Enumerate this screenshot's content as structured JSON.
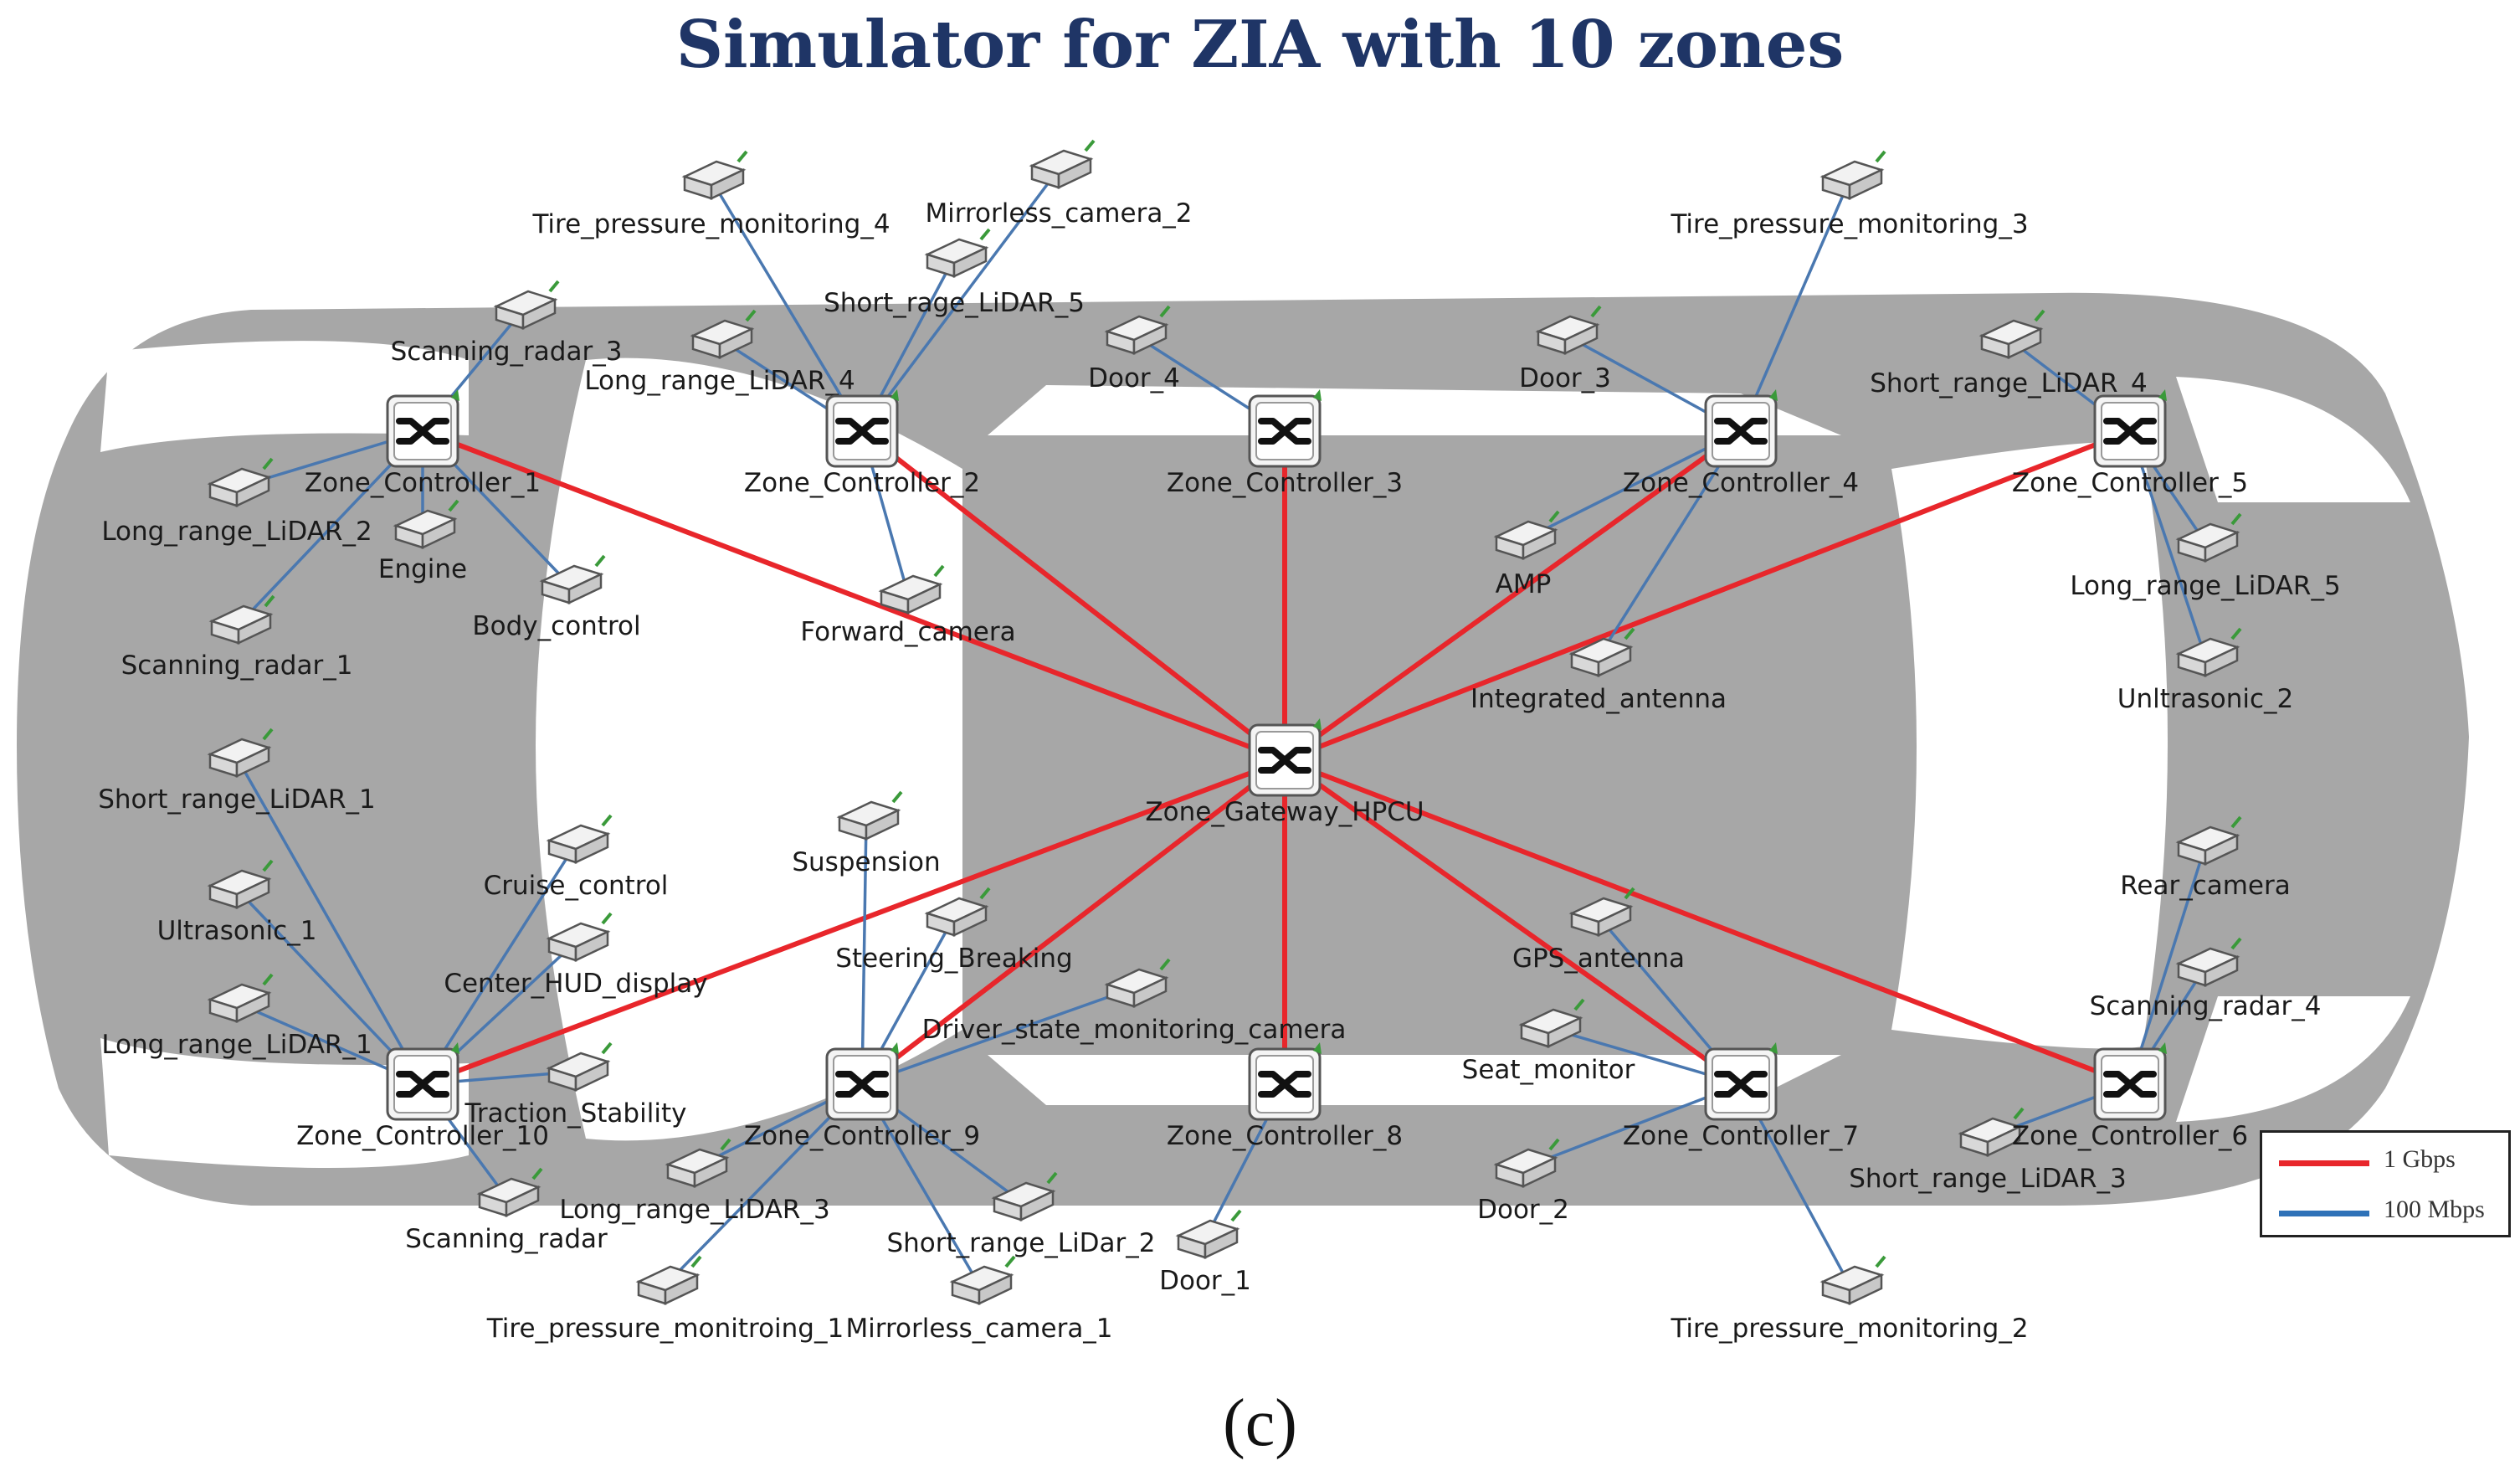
{
  "title": "Simulator for ZIA with 10 zones",
  "caption": "(c)",
  "legend": [
    {
      "label": "1 Gbps",
      "color": "#e8262b"
    },
    {
      "label": "100 Mbps",
      "color": "#2f72b8"
    }
  ],
  "colors": {
    "gbps_link": "#e8262b",
    "mbps_link": "#4a78b0",
    "car_body": "#a6a6a6"
  },
  "icons": {
    "switch": "zone-switch-icon",
    "node": "ecu-node-icon"
  },
  "gateway": {
    "name": "Zone_Gateway_HPCU"
  },
  "controllers": [
    {
      "name": "Zone_Controller_1"
    },
    {
      "name": "Zone_Controller_2"
    },
    {
      "name": "Zone_Controller_3"
    },
    {
      "name": "Zone_Controller_4"
    },
    {
      "name": "Zone_Controller_5"
    },
    {
      "name": "Zone_Controller_6"
    },
    {
      "name": "Zone_Controller_7"
    },
    {
      "name": "Zone_Controller_8"
    },
    {
      "name": "Zone_Controller_9"
    },
    {
      "name": "Zone_Controller_10"
    }
  ],
  "devices": [
    {
      "name": "Scanning_radar_3",
      "controller": "Zone_Controller_1"
    },
    {
      "name": "Long_range_LiDAR_2",
      "controller": "Zone_Controller_1"
    },
    {
      "name": "Engine",
      "controller": "Zone_Controller_1"
    },
    {
      "name": "Body_control",
      "controller": "Zone_Controller_1"
    },
    {
      "name": "Scanning_radar_1",
      "controller": "Zone_Controller_1"
    },
    {
      "name": "Tire_pressure_monitoring_4",
      "controller": "Zone_Controller_2"
    },
    {
      "name": "Mirrorless_camera_2",
      "controller": "Zone_Controller_2"
    },
    {
      "name": "Short_rage_LiDAR_5",
      "controller": "Zone_Controller_2"
    },
    {
      "name": "Long_range_LiDAR_4",
      "controller": "Zone_Controller_2"
    },
    {
      "name": "Forward_camera",
      "controller": "Zone_Controller_2"
    },
    {
      "name": "Door_4",
      "controller": "Zone_Controller_3"
    },
    {
      "name": "Tire_pressure_monitoring_3",
      "controller": "Zone_Controller_4"
    },
    {
      "name": "Door_3",
      "controller": "Zone_Controller_4"
    },
    {
      "name": "AMP",
      "controller": "Zone_Controller_4"
    },
    {
      "name": "Integrated_antenna",
      "controller": "Zone_Controller_4"
    },
    {
      "name": "Short_range_LiDAR_4",
      "controller": "Zone_Controller_5"
    },
    {
      "name": "Long_range_LiDAR_5",
      "controller": "Zone_Controller_5"
    },
    {
      "name": "Unltrasonic_2",
      "controller": "Zone_Controller_5"
    },
    {
      "name": "Rear_camera",
      "controller": "Zone_Controller_6"
    },
    {
      "name": "Scanning_radar_4",
      "controller": "Zone_Controller_6"
    },
    {
      "name": "Short_range_LiDAR_3",
      "controller": "Zone_Controller_6"
    },
    {
      "name": "GPS_antenna",
      "controller": "Zone_Controller_7"
    },
    {
      "name": "Seat_monitor",
      "controller": "Zone_Controller_7"
    },
    {
      "name": "Door_2",
      "controller": "Zone_Controller_7"
    },
    {
      "name": "Tire_pressure_monitoring_2",
      "controller": "Zone_Controller_7"
    },
    {
      "name": "Door_1",
      "controller": "Zone_Controller_8"
    },
    {
      "name": "Suspension",
      "controller": "Zone_Controller_9"
    },
    {
      "name": "Steering_Breaking",
      "controller": "Zone_Controller_9"
    },
    {
      "name": "Driver_state_monitoring_camera",
      "controller": "Zone_Controller_9"
    },
    {
      "name": "Long_range_LiDAR_3",
      "controller": "Zone_Controller_9"
    },
    {
      "name": "Short_range_LiDar_2",
      "controller": "Zone_Controller_9"
    },
    {
      "name": "Tire_pressure_monitroing_1",
      "controller": "Zone_Controller_9"
    },
    {
      "name": "Mirrorless_camera_1",
      "controller": "Zone_Controller_9"
    },
    {
      "name": "Short_range_LiDAR_1",
      "controller": "Zone_Controller_10"
    },
    {
      "name": "Ultrasonic_1",
      "controller": "Zone_Controller_10"
    },
    {
      "name": "Long_range_LiDAR_1",
      "controller": "Zone_Controller_10"
    },
    {
      "name": "Cruise_control",
      "controller": "Zone_Controller_10"
    },
    {
      "name": "Center_HUD_display",
      "controller": "Zone_Controller_10"
    },
    {
      "name": "Traction_Stability",
      "controller": "Zone_Controller_10"
    },
    {
      "name": "Scanning_radar",
      "controller": "Zone_Controller_10"
    }
  ]
}
